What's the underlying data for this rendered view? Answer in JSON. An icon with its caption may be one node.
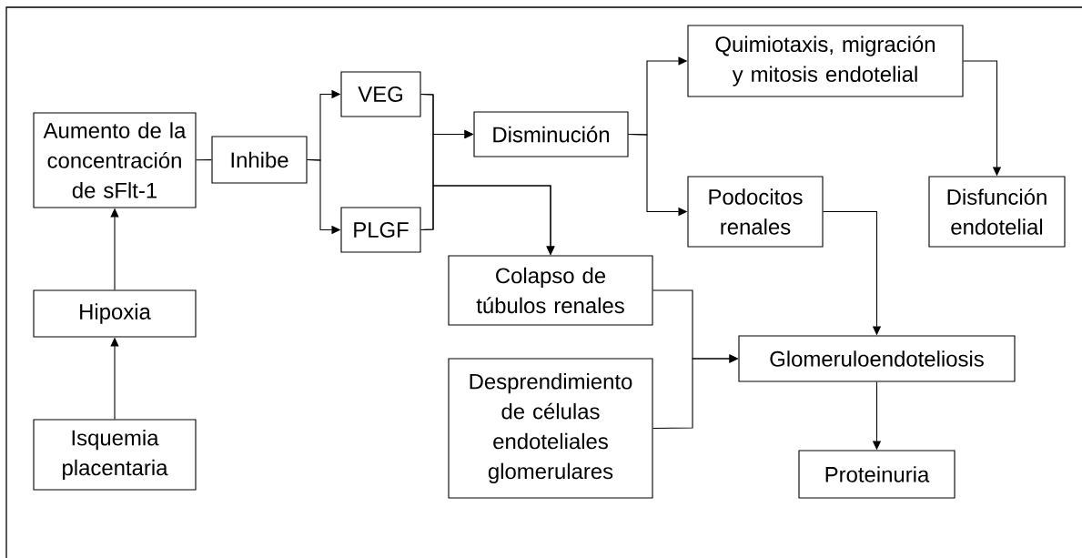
{
  "diagram": {
    "nodes": [
      {
        "text": [
          "Aumento de la concentración de sFlt-1"
        ]
      },
      {
        "text": [
          "Inhibe"
        ]
      },
      {
        "text": [
          "VEG"
        ]
      },
      {
        "text": [
          "PLGF"
        ]
      },
      {
        "text": [
          "Disminución"
        ]
      },
      {
        "text": [
          "Quimiotaxis, migración y mitosis endotelial"
        ]
      },
      {
        "text": [
          "Podocitos renales"
        ]
      },
      {
        "text": [
          "Disfunción endotelial"
        ]
      },
      {
        "text": [
          "Colapso de túbulos renales"
        ]
      },
      {
        "text": [
          "Desprendimiento de células endoteliales glomerulares"
        ]
      },
      {
        "text": [
          "Glomeruloendoteliosis"
        ]
      },
      {
        "text": [
          "Proteinuria"
        ]
      },
      {
        "text": [
          "Hipoxia"
        ]
      },
      {
        "text": [
          "Isquemia placentaria"
        ]
      }
    ],
    "edges": [
      {
        "from": 13,
        "to": 12,
        "arrow": "to"
      },
      {
        "from": 12,
        "to": 0,
        "arrow": "to"
      },
      {
        "from": 0,
        "to": 1,
        "arrow": "none"
      },
      {
        "from": 1,
        "to": 2,
        "arrow": "to"
      },
      {
        "from": 1,
        "to": 3,
        "arrow": "to"
      },
      {
        "from": 2,
        "to": 4,
        "arrow": "to"
      },
      {
        "from": 3,
        "to": 4,
        "arrow": "to"
      },
      {
        "from": 2,
        "to": 8,
        "arrow": "to"
      },
      {
        "from": 3,
        "to": 8,
        "arrow": "to"
      },
      {
        "from": 4,
        "to": 5,
        "arrow": "to"
      },
      {
        "from": 4,
        "to": 6,
        "arrow": "to"
      },
      {
        "from": 5,
        "to": 7,
        "arrow": "to"
      },
      {
        "from": 6,
        "to": 10,
        "arrow": "to"
      },
      {
        "from": 8,
        "to": 10,
        "arrow": "to"
      },
      {
        "from": 9,
        "to": 10,
        "arrow": "to"
      },
      {
        "from": 10,
        "to": 11,
        "arrow": "to"
      }
    ]
  }
}
